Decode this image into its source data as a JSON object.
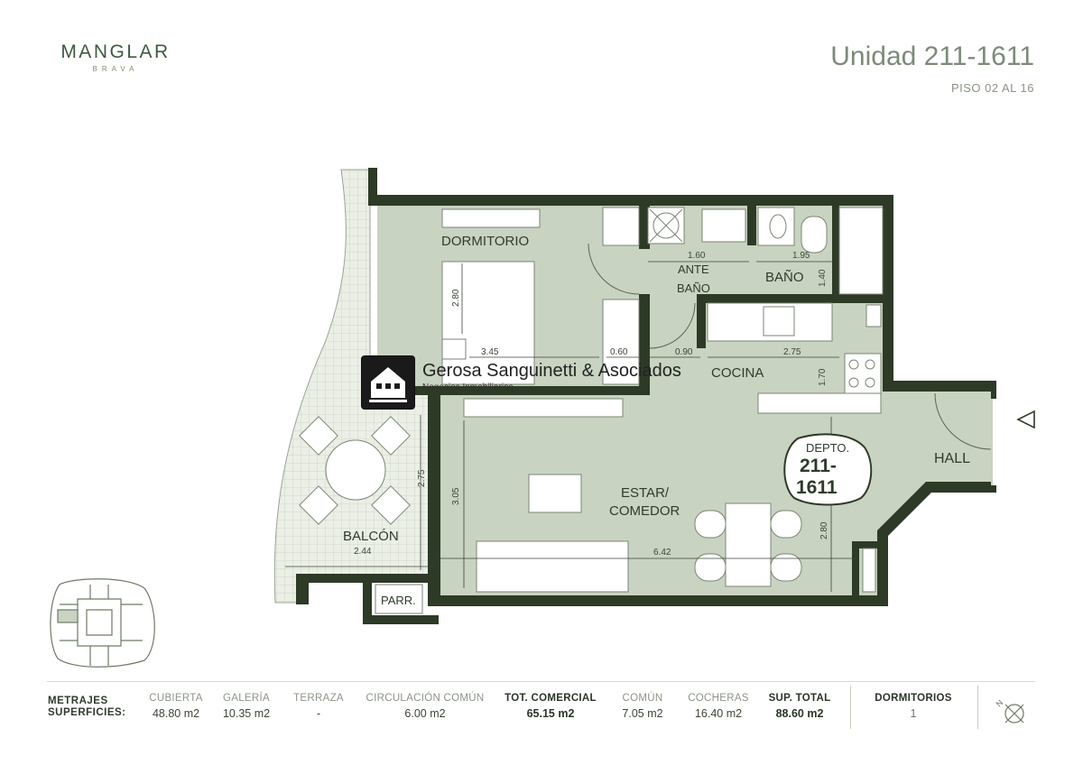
{
  "brand": {
    "name": "MANGLAR",
    "sub": "BRAVA"
  },
  "header": {
    "unit_title": "Unidad 211-1611",
    "floors": "PISO 02 AL 16"
  },
  "plan": {
    "rooms": {
      "dormitorio": "DORMITORIO",
      "ante": "ANTE",
      "bano_small": "BAÑO",
      "bano": "BAÑO",
      "cocina": "COCINA",
      "estar": "ESTAR/",
      "comedor": "COMEDOR",
      "balcon": "BALCÓN",
      "hall": "HALL",
      "parr": "PARR."
    },
    "depto": {
      "line1": "DEPTO.",
      "line2": "211-",
      "line3": "1611"
    },
    "dimensions": {
      "d160": "1.60",
      "d195": "1.95",
      "d140": "1.40",
      "d280a": "2.80",
      "d345": "3.45",
      "d060": "0.60",
      "d090": "0.90",
      "d275a": "2.75",
      "d170": "1.70",
      "d275b": "2.75",
      "d305": "3.05",
      "d244": "2.44",
      "d642": "6.42",
      "d280b": "2.80"
    }
  },
  "watermark": {
    "name": "Gerosa Sanguinetti & Asociados",
    "sub": "Negocios Inmobiliarios"
  },
  "footer": {
    "metrajes_line1": "METRAJES",
    "metrajes_line2": "SUPERFICIES:",
    "columns": [
      {
        "label": "CUBIERTA",
        "value": "48.80 m2"
      },
      {
        "label": "GALERÍA",
        "value": "10.35 m2"
      },
      {
        "label": "TERRAZA",
        "value": "-"
      },
      {
        "label": "CIRCULACIÓN COMÚN",
        "value": "6.00 m2"
      },
      {
        "label": "TOT. COMERCIAL",
        "value": "65.15 m2"
      },
      {
        "label": "COMÚN",
        "value": "7.05 m2"
      },
      {
        "label": "COCHERAS",
        "value": "16.40 m2"
      },
      {
        "label": "SUP. TOTAL",
        "value": "88.60 m2"
      },
      {
        "label": "DORMITORIOS",
        "value": "1"
      }
    ],
    "north_label": "N"
  },
  "colors": {
    "wall": "#2c3a26",
    "floor": "#c9d3c1",
    "balcony": "#ebefe6",
    "accent": "#3f5a3f"
  }
}
